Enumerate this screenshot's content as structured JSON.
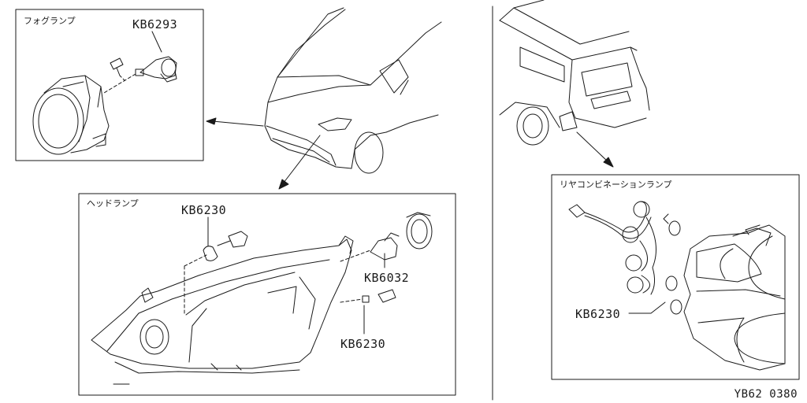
{
  "panels": {
    "fog_lamp": {
      "title": "フォグランプ",
      "part": "KB6293"
    },
    "head_lamp": {
      "title": "ヘッドランプ",
      "parts": [
        "KB6230",
        "KB6032",
        "KB6230"
      ]
    },
    "rear_combination_lamp": {
      "title": "リヤコンビネーションランプ",
      "part": "KB6230"
    }
  },
  "figure_code": "YB62 0380"
}
